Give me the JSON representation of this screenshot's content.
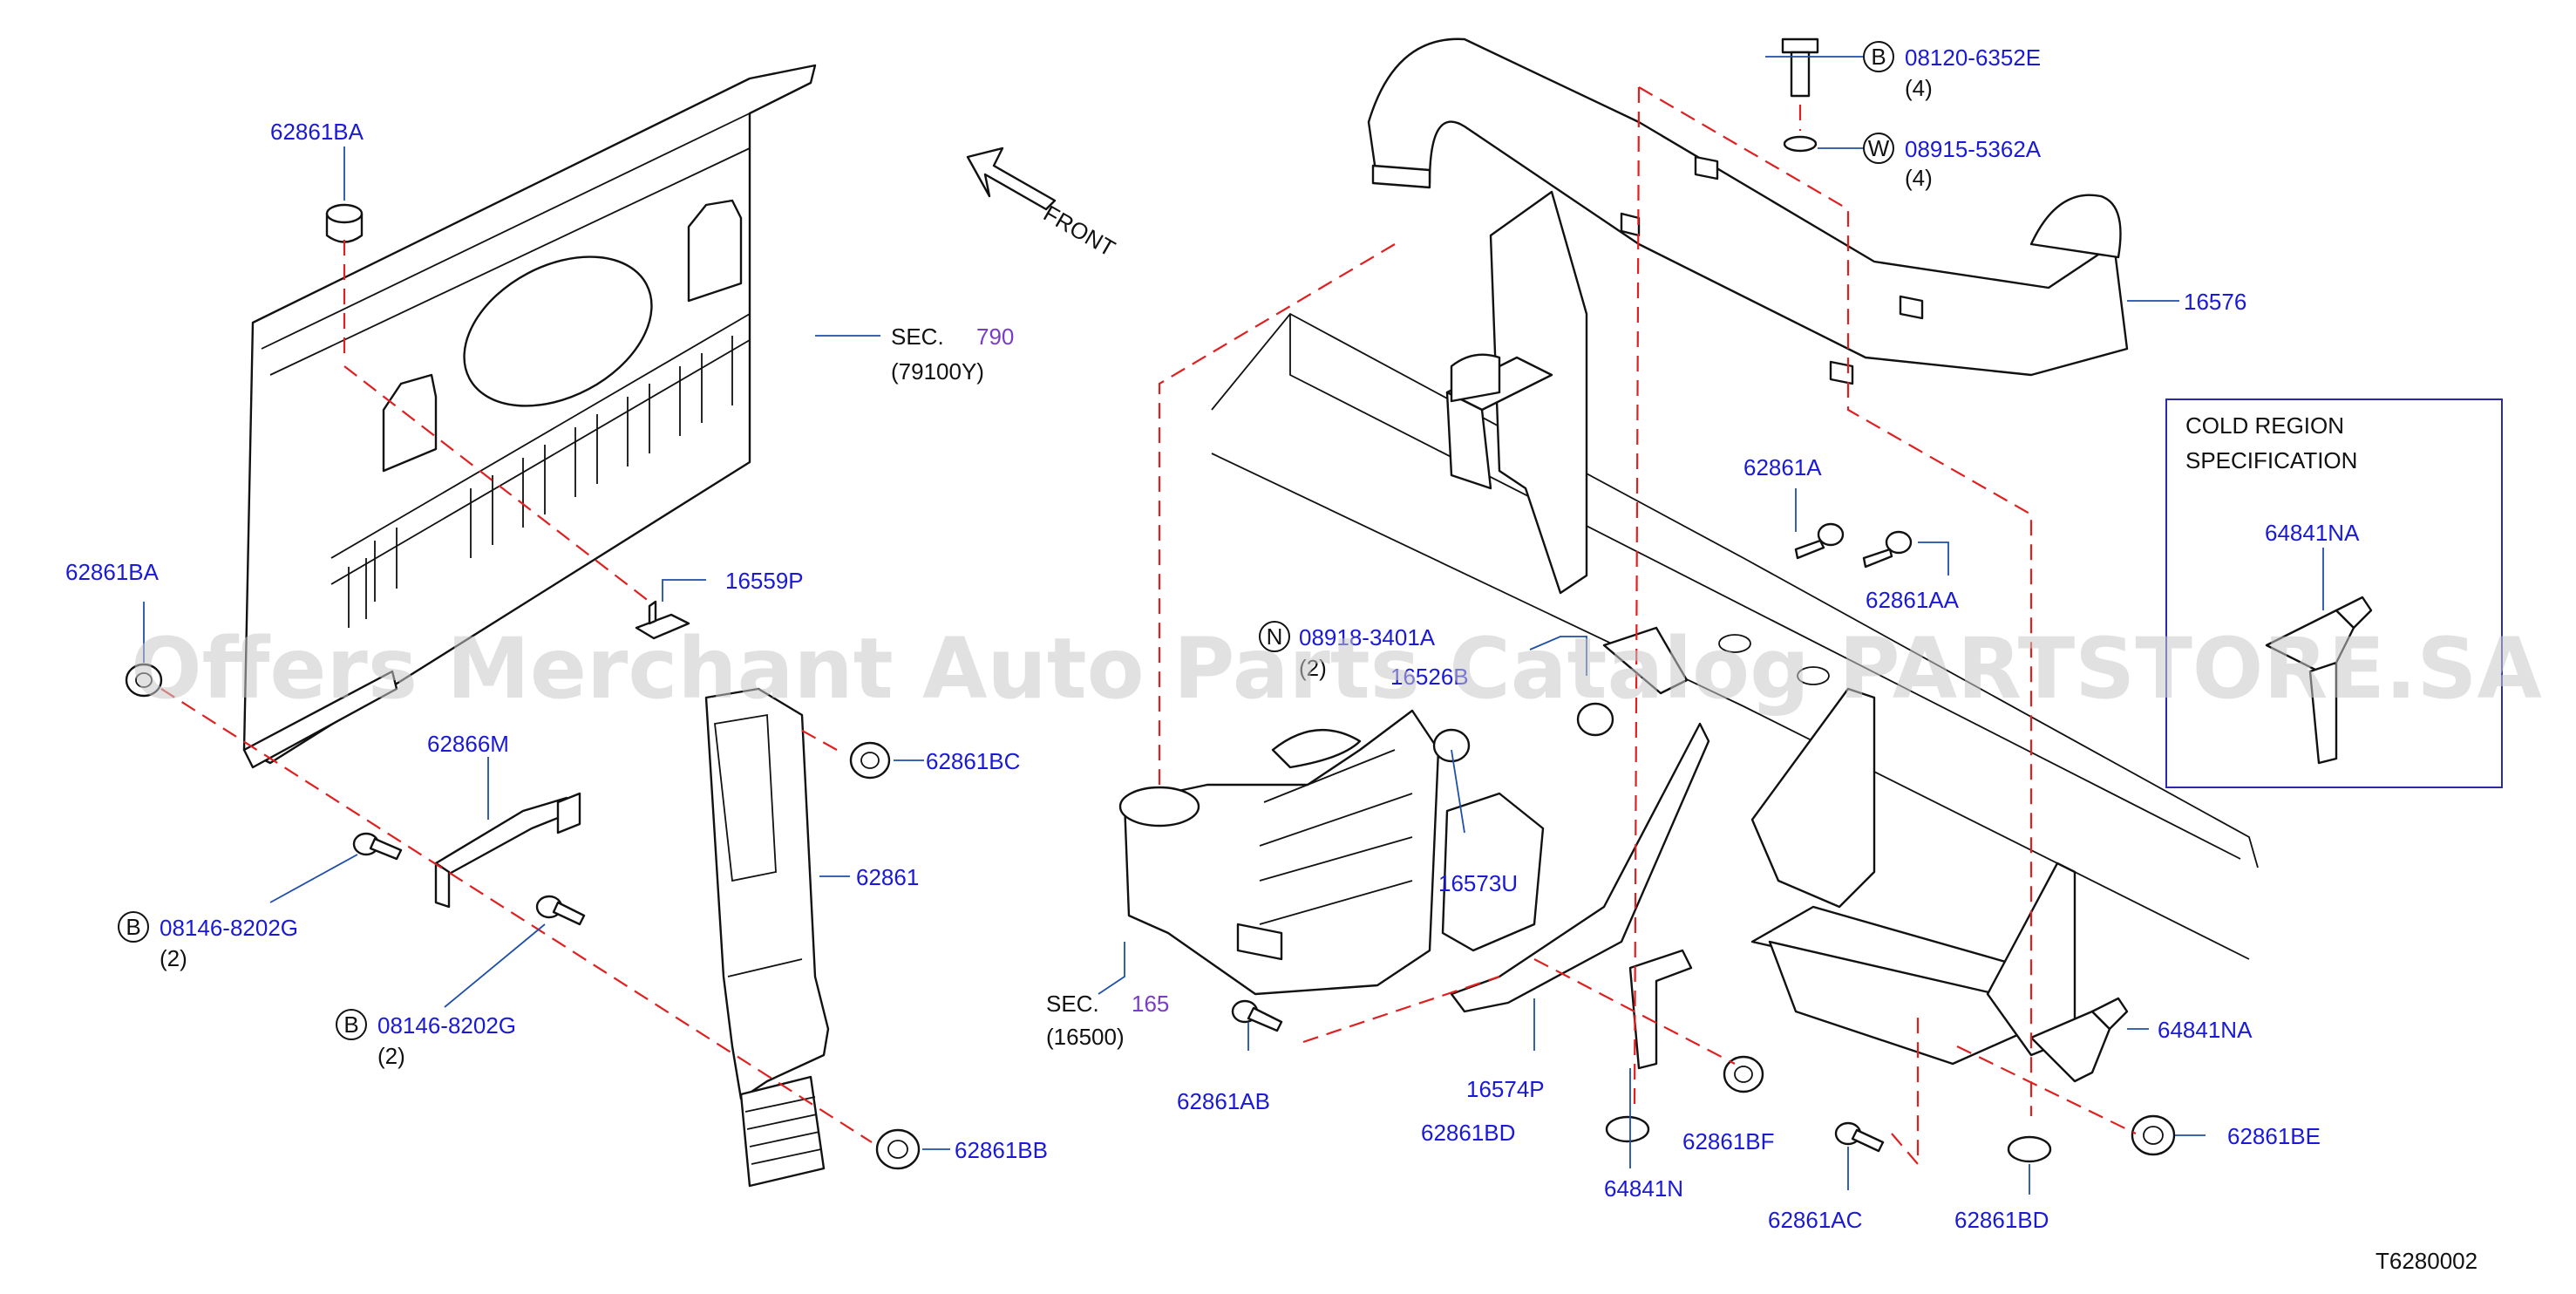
{
  "front_label": "FRONT",
  "diagram_code": "T6280002",
  "watermark": "Offers Merchant Auto Parts Catalog PARTSTORE.SA",
  "cold_region": {
    "line1": "COLD   REGION",
    "line2": "SPECIFICATION",
    "part": "64841NA"
  },
  "labels": {
    "p62861BA_top": "62861BA",
    "sec790": "SEC.",
    "sec790_num": "790",
    "sec790_sub": "(79100Y)",
    "p62861BA_left": "62861BA",
    "p16559P": "16559P",
    "p62866M": "62866M",
    "p62861BC": "62861BC",
    "p62861": "62861",
    "b1_part": "08146-8202G",
    "b1_qty": "(2)",
    "b2_part": "08146-8202G",
    "b2_qty": "(2)",
    "p62861BB": "62861BB",
    "top_b_part": "08120-6352E",
    "top_b_qty": "(4)",
    "top_w_part": "08915-5362A",
    "top_w_qty": "(4)",
    "p16576": "16576",
    "p62861A": "62861A",
    "p62861AA": "62861AA",
    "n_part": "08918-3401A",
    "n_qty": "(2)",
    "p16526B": "16526B",
    "p16573U": "16573U",
    "sec165": "SEC.",
    "sec165_num": "165",
    "sec165_sub": "(16500)",
    "p62861AB": "62861AB",
    "p16574P": "16574P",
    "p62861BD_a": "62861BD",
    "p62861BF": "62861BF",
    "p64841N": "64841N",
    "p62861AC": "62861AC",
    "p62861BD_b": "62861BD",
    "p64841NA": "64841NA",
    "p62861BE": "62861BE"
  },
  "circle_letters": {
    "b1": "B",
    "b2": "B",
    "top_b": "B",
    "top_w": "W",
    "n": "N"
  },
  "colors": {
    "part_number": "#1a1ad6",
    "section_number": "#7a3cc8",
    "dashed_line": "#e02020",
    "leader": "#1f4fa8"
  }
}
